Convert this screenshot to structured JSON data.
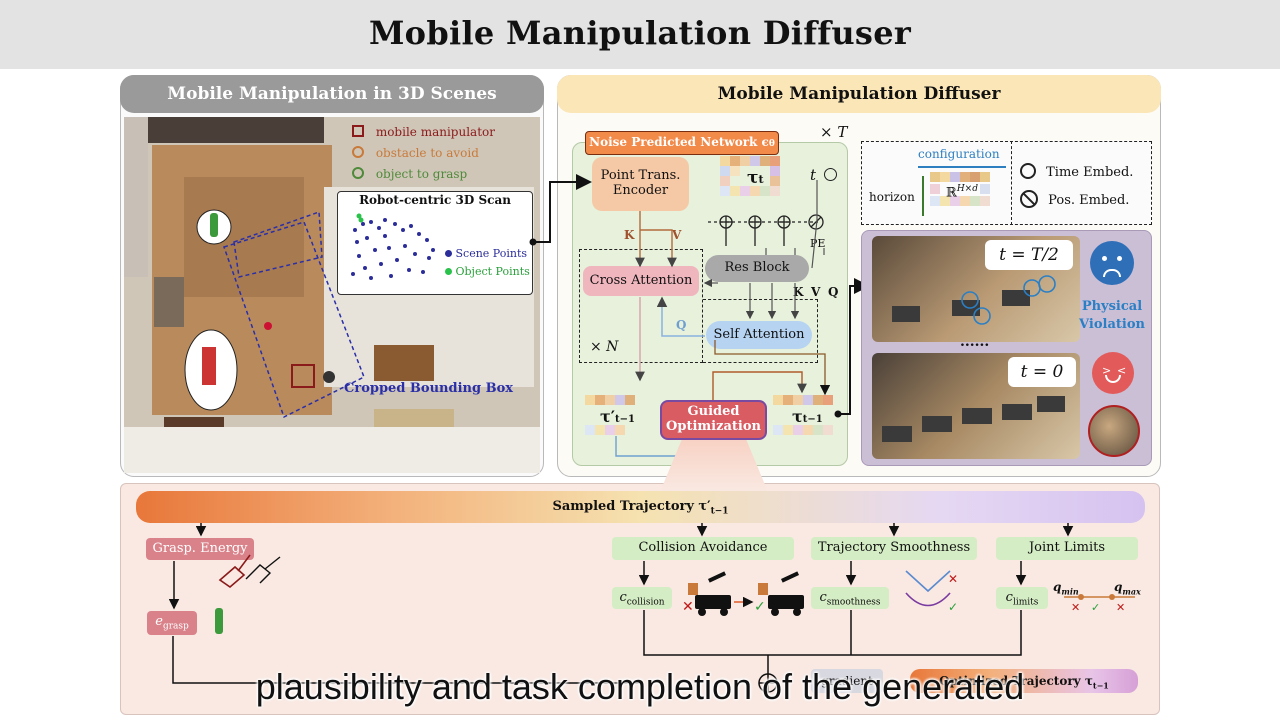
{
  "title": "Mobile Manipulation Diffuser",
  "left_panel": {
    "header": "Mobile Manipulation in 3D Scenes",
    "legend": [
      {
        "label": "mobile manipulator",
        "color": "#8b1a1a"
      },
      {
        "label": "obstacle to avoid",
        "color": "#c97a3a"
      },
      {
        "label": "object to grasp",
        "color": "#4f8a3a"
      }
    ],
    "scan_title": "Robot-centric 3D Scan",
    "scan_legend": [
      "Scene Points",
      "Object Points"
    ],
    "bbox_label": "Cropped Bounding Box"
  },
  "right_panel": {
    "header": "Mobile Manipulation Diffuser",
    "network_label": "Noise Predicted Network ϵ",
    "network_sub": "θ",
    "times_T": "× T",
    "encoder": "Point Trans. Encoder",
    "tau_t": "τ",
    "tau_t_sub": "t",
    "t_label": "t",
    "pe_label": "PE",
    "k_label": "K",
    "v_label": "V",
    "q_label": "Q",
    "cross_attention": "Cross Attention",
    "res_block": "Res Block",
    "self_attention": "Self Attention",
    "times_N": "× N",
    "tau_prime": "τ′",
    "tau_prime_sub": "t−1",
    "guided_opt": "Guided Optimization",
    "tau_next": "τ",
    "tau_next_sub": "t−1",
    "configuration": "configuration",
    "horizon": "horizon",
    "matrix_label": "ℝ",
    "matrix_sup": "H×d",
    "time_embed": "Time Embed.",
    "pos_embed": "Pos. Embed.",
    "t_half": "t = T/2",
    "t_zero": "t = 0",
    "dots": "......",
    "violation": "Physical Violation"
  },
  "bottom_panel": {
    "sampled": "Sampled Trajectory τ′",
    "sampled_sub": "t−1",
    "grasp_energy": "Grasp. Energy",
    "e_grasp": "e",
    "e_grasp_sub": "grasp",
    "collision": "Collision Avoidance",
    "smoothness": "Trajectory Smoothness",
    "joint_limits": "Joint Limits",
    "c_collision": "c",
    "c_collision_sub": "collision",
    "c_smooth": "c",
    "c_smooth_sub": "smoothness",
    "c_limits": "c",
    "c_limits_sub": "limits",
    "q_min": "q",
    "q_min_sub": "min",
    "q_max": "q",
    "q_max_sub": "max",
    "gradient": "gradient",
    "optimized": "Optimized Trajectory τ",
    "optimized_sub": "t−1"
  },
  "caption": "plausibility and task completion of the generated",
  "colors": {
    "accent_orange": "#e8773a",
    "pink": "#d9828a",
    "blue": "#2e7fc0",
    "green_box": "#d4edc4",
    "violation_blue": "#2a7fc5"
  }
}
